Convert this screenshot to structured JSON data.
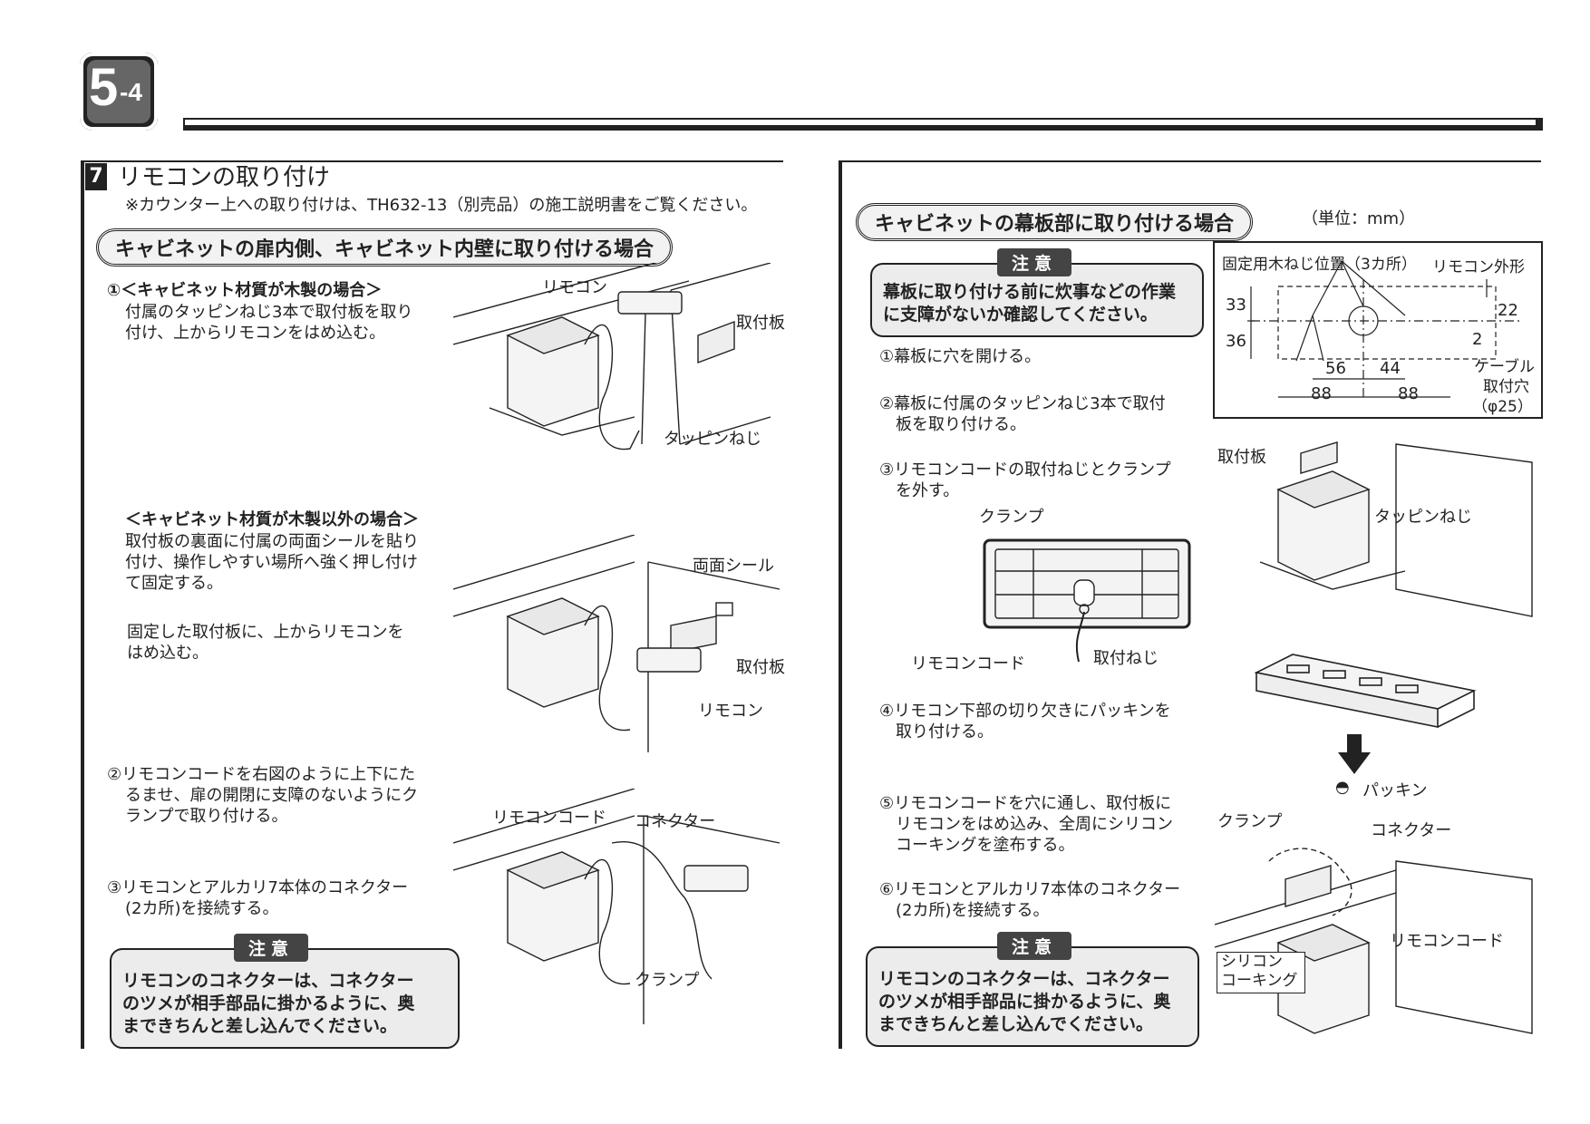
{
  "chapter": {
    "number": "5",
    "sub": "-4"
  },
  "section": {
    "number": "7",
    "title": "リモコンの取り付け",
    "note": "※カウンター上への取り付けは、TH632-13（別売品）の施工説明書をご覧ください。"
  },
  "left": {
    "heading": "キャビネットの扉内側、キャビネット内壁に取り付ける場合",
    "step1_title": "①＜キャビネット材質が木製の場合＞",
    "step1_line1": "付属のタッピンねじ3本で取付板を取り",
    "step1_line2": "付け、上からリモコンをはめ込む。",
    "alt_title": "＜キャビネット材質が木製以外の場合＞",
    "alt_line1": "取付板の裏面に付属の両面シールを貼り",
    "alt_line2": "付け、操作しやすい場所へ強く押し付け",
    "alt_line3": "て固定する。",
    "alt2_line1": "固定した取付板に、上からリモコンを",
    "alt2_line2": "はめ込む。",
    "step2_line1": "②リモコンコードを右図のように上下にた",
    "step2_line2": "るませ、扉の開閉に支障のないようにク",
    "step2_line3": "ランプで取り付ける。",
    "step3_line1": "③リモコンとアルカリ7本体のコネクター",
    "step3_line2": "(2カ所)を接続する。",
    "caution_tag": "注意",
    "caution_line1": "リモコンのコネクターは、コネクター",
    "caution_line2": "のツメが相手部品に掛かるように、奥",
    "caution_line3": "まできちんと差し込んでください。",
    "fig1": {
      "remocon": "リモコン",
      "plate": "取付板",
      "screw": "タッピンねじ"
    },
    "fig2": {
      "seal": "両面シール",
      "plate": "取付板",
      "remocon": "リモコン"
    },
    "fig3": {
      "cord": "リモコンコード",
      "connector": "コネクター",
      "clamp": "クランプ"
    }
  },
  "right": {
    "heading": "キャビネットの幕板部に取り付ける場合",
    "unit": "（単位：mm）",
    "caution1_tag": "注意",
    "caution1_line1": "幕板に取り付ける前に炊事などの作業",
    "caution1_line2": "に支障がないか確認してください。",
    "step1": "①幕板に穴を開ける。",
    "step2_line1": "②幕板に付属のタッピンねじ3本で取付",
    "step2_line2": "板を取り付ける。",
    "step3_line1": "③リモコンコードの取付ねじとクランプ",
    "step3_line2": "を外す。",
    "fig_clamp": {
      "clamp": "クランプ",
      "cord": "リモコンコード",
      "screw": "取付ねじ"
    },
    "step4_line1": "④リモコン下部の切り欠きにパッキンを",
    "step4_line2": "取り付ける。",
    "packing": "パッキン",
    "step5_line1": "⑤リモコンコードを穴に通し、取付板に",
    "step5_line2": "リモコンをはめ込み、全周にシリコン",
    "step5_line3": "コーキングを塗布する。",
    "step6_line1": "⑥リモコンとアルカリ7本体のコネクター",
    "step6_line2": "(2カ所)を接続する。",
    "caution2_tag": "注意",
    "caution2_line1": "リモコンのコネクターは、コネクター",
    "caution2_line2": "のツメが相手部品に掛かるように、奥",
    "caution2_line3": "まできちんと差し込んでください。",
    "dim": {
      "screw_pos": "固定用木ねじ位置（3カ所）",
      "outline": "リモコン外形",
      "d33": "33",
      "d36": "36",
      "d22": "22",
      "d2": "2",
      "d56": "56",
      "d44": "44",
      "d88a": "88",
      "d88b": "88",
      "hole1": "ケーブル",
      "hole2": "取付穴",
      "hole3": "（φ25）"
    },
    "fig_mount": {
      "plate": "取付板",
      "screw": "タッピンねじ"
    },
    "fig_final": {
      "clamp": "クランプ",
      "connector": "コネクター",
      "cord": "リモコンコード",
      "caulk1": "シリコン",
      "caulk2": "コーキング"
    }
  }
}
